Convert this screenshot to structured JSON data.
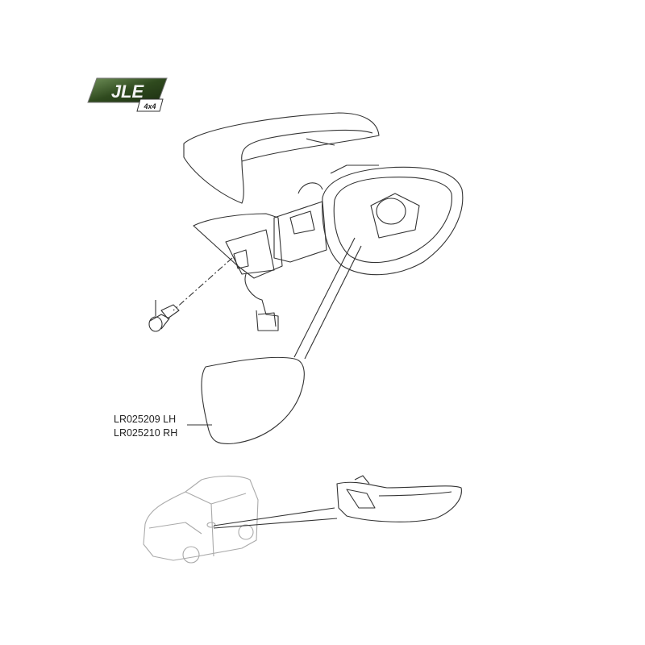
{
  "logo": {
    "text": "JLE",
    "subtext": "4x4",
    "color": "#2f4a1e"
  },
  "parts": [
    {
      "part_number": "LR025209 LH"
    },
    {
      "part_number": "LR025210 RH"
    }
  ]
}
